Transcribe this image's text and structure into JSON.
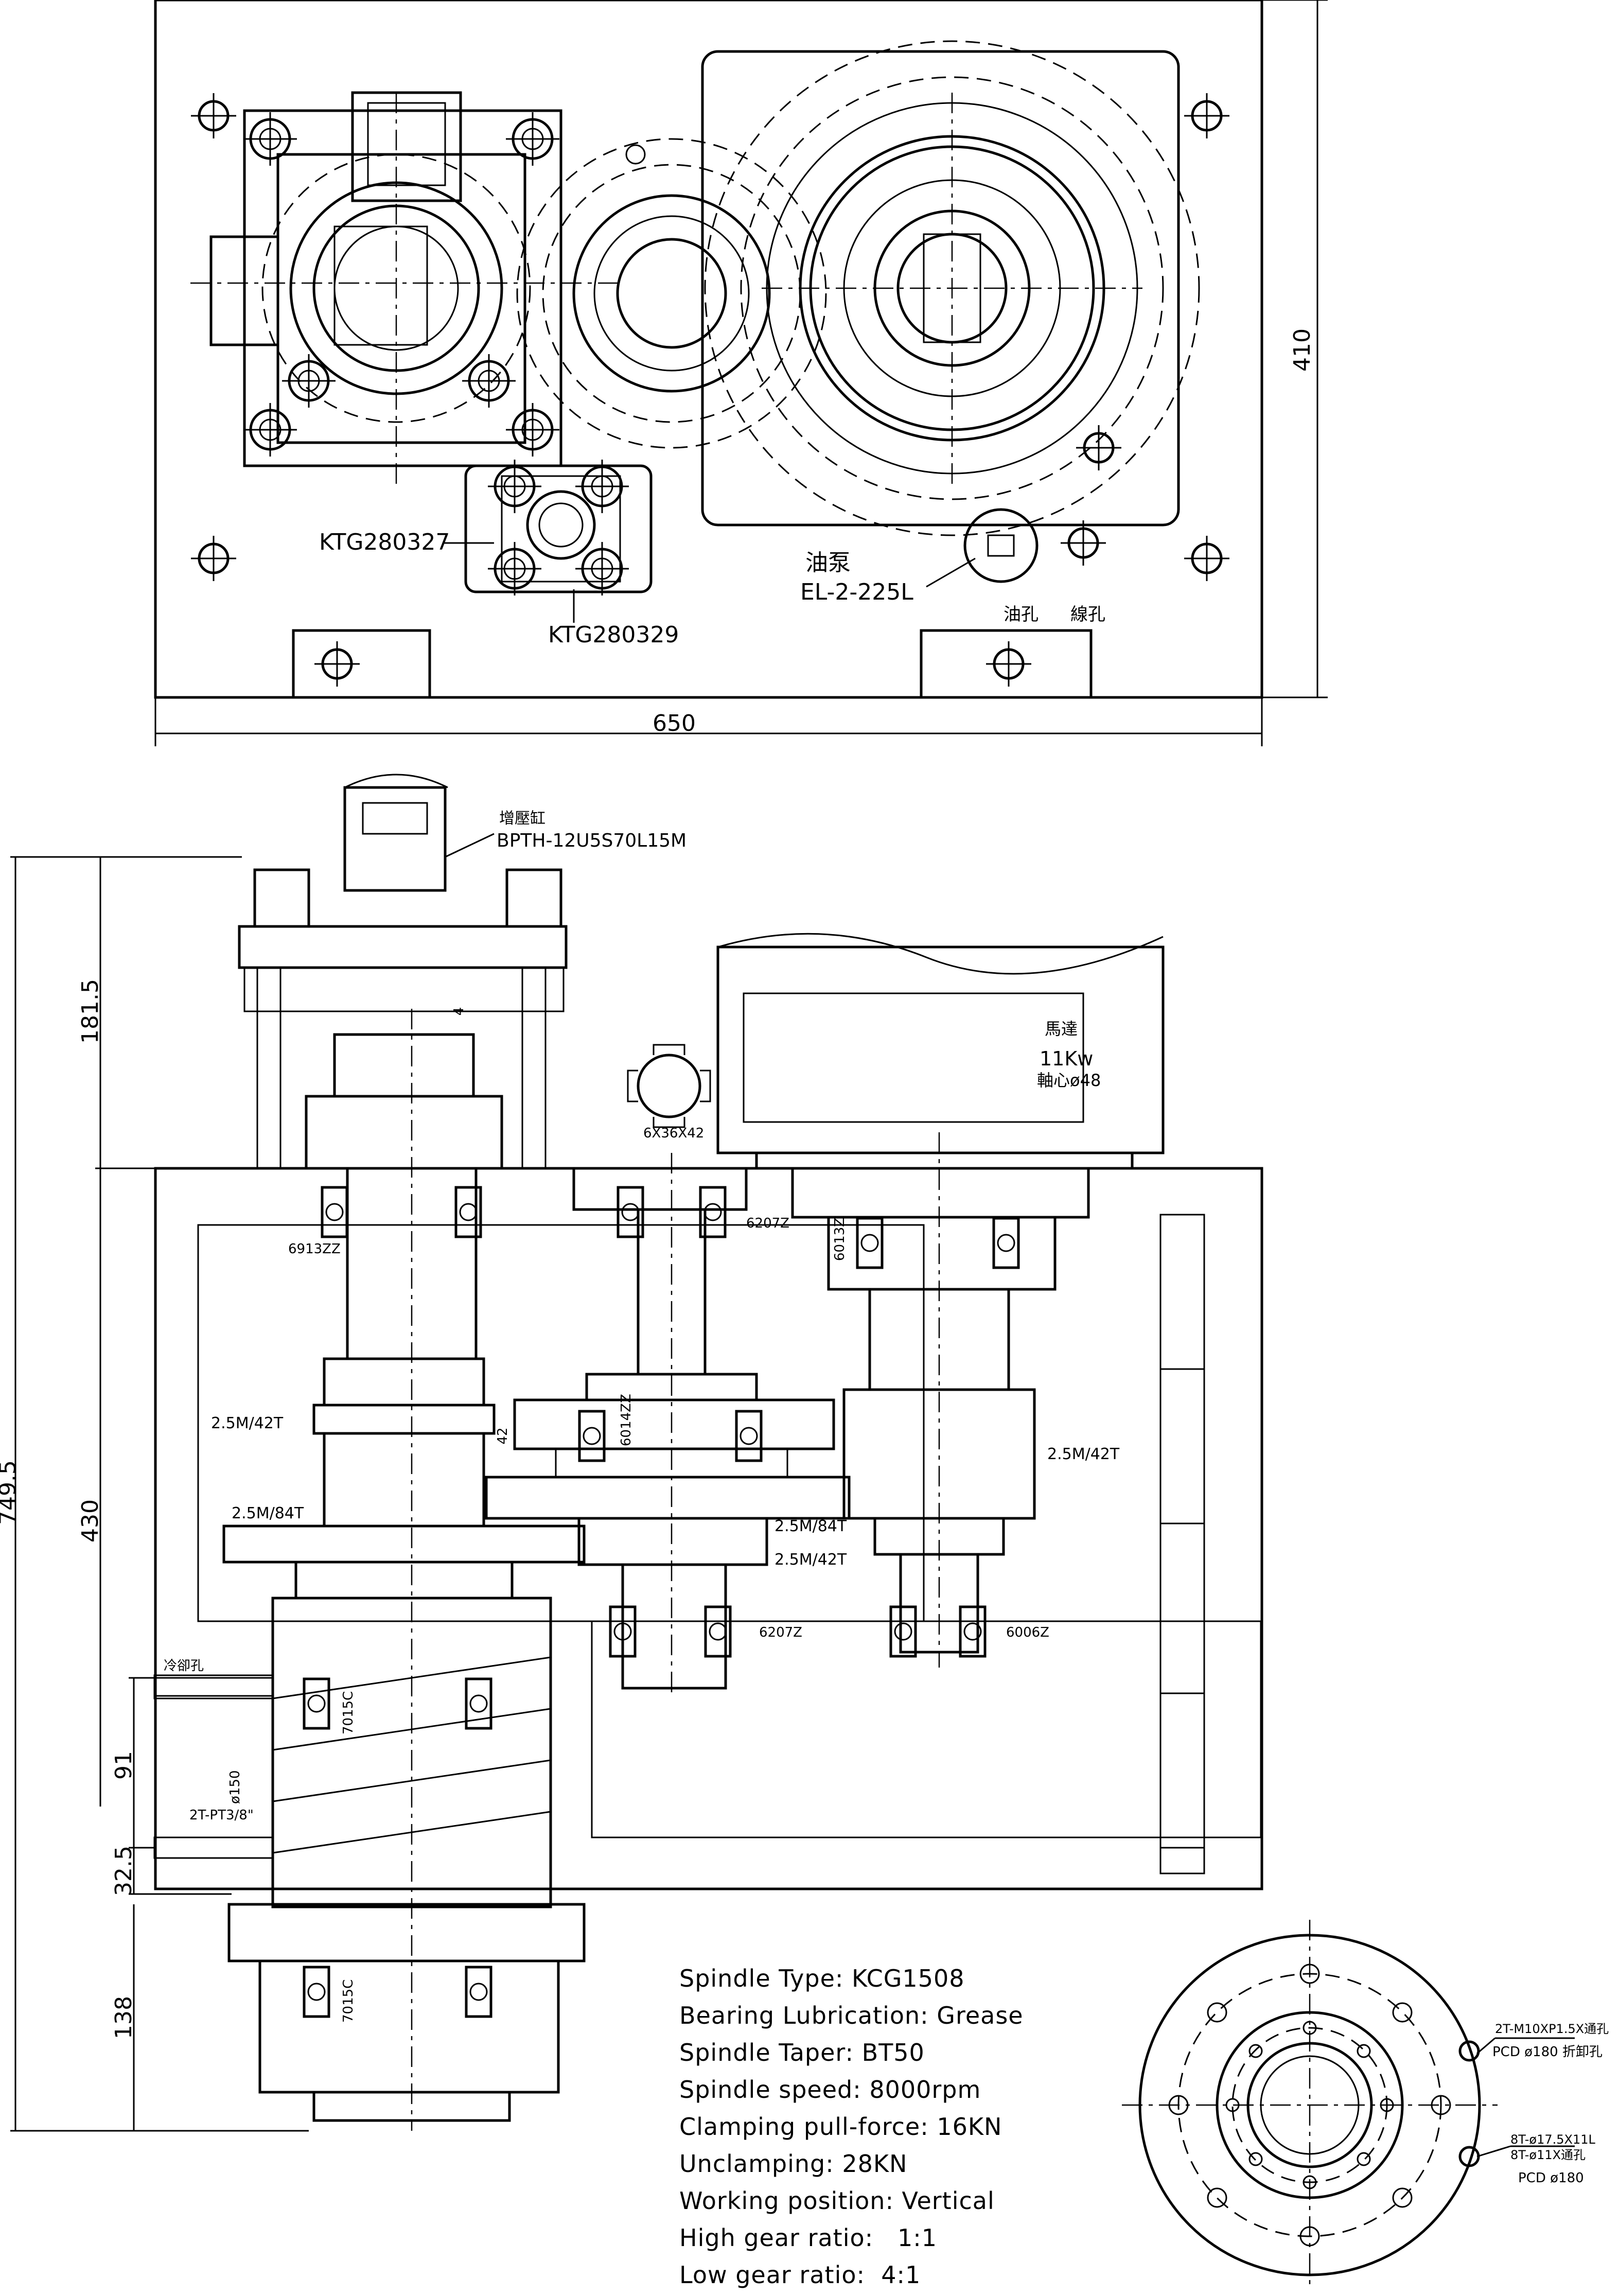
{
  "top_view": {
    "width_dim": "650",
    "height_dim": "410",
    "part_a": "KTG280327",
    "part_b": "KTG280329",
    "pump_title": "油泵",
    "pump_model": "EL-2-225L",
    "oil_hole": "油孔",
    "wire_hole": "線孔"
  },
  "section_view": {
    "booster_title": "增壓缸",
    "booster_model": "BPTH-12U5S70L15M",
    "dim_total": "749.5",
    "dim_upper": "181.5",
    "dim_middle": "430",
    "dim_91": "91",
    "dim_32_5": "32.5",
    "dim_138": "138",
    "dim_4": "4",
    "dim_42": "42",
    "motor_title": "馬達",
    "motor_power": "11Kw",
    "motor_shaft": "軸心ø48",
    "spline": "6X36X42",
    "bearings": {
      "b6913": "6913ZZ",
      "b6207_top": "6207Z",
      "b6013": "6013Z",
      "b6014": "6014ZZ",
      "b6207_bottom": "6207Z",
      "b6006": "6006Z",
      "b7015_top": "7015C",
      "b7015_bottom": "7015C"
    },
    "gears": {
      "g1": "2.5M/42T",
      "g2": "2.5M/84T",
      "g3": "2.5M/42T",
      "g4": "2.5M/84T",
      "g5": "2.5M/42T"
    },
    "cooling_hole": "冷卻孔",
    "port": "2T-PT3/8\"",
    "diameter": "ø150"
  },
  "flange_view": {
    "tap_holes": "2T-M10XP1.5X通孔",
    "pcd_top": "PCD ø180 折卸孔",
    "bolt_holes_a": "8T-ø17.5X11L",
    "bolt_holes_b": "8T-ø11X通孔",
    "pcd_bottom": "PCD ø180"
  },
  "specs": [
    "Spindle Type: KCG1508",
    "Bearing Lubrication: Grease",
    "Spindle Taper: BT50",
    "Spindle speed: 8000rpm",
    "Clamping pull-force: 16KN",
    "Unclamping: 28KN",
    "Working position: Vertical",
    "High gear ratio:   1:1",
    "Low gear ratio:  4:1"
  ]
}
